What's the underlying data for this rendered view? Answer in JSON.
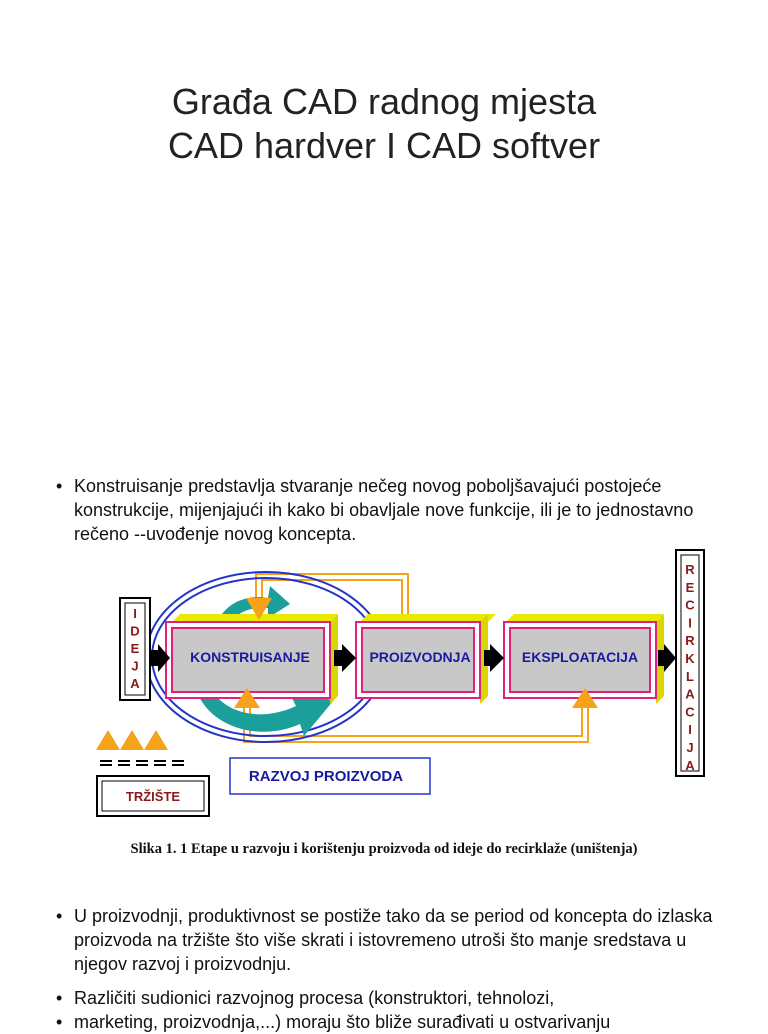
{
  "slide": {
    "title_line1": "Građa CAD radnog mjesta",
    "title_line2": "CAD hardver I CAD softver"
  },
  "bullets": [
    "Konstruisanje predstavlja stvaranje nečeg novog poboljšavajući postojeće konstrukcije, mijenjajući ih kako bi obavljale nove funkcije, ili je to jednostavno rečeno --uvođenje novog koncepta.",
    "U proizvodnji, produktivnost se postiže tako da se period od koncepta do izlaska proizvoda na tržište što više skrati i istovremeno utroši što manje sredstava u njegov razvoj i proizvodnju.",
    "Različiti sudionici razvojnog procesa (konstruktori, tehnolozi,",
    "marketing, proizvodnja,...) moraju što bliže surađivati u ostvarivanju"
  ],
  "bullet_symbol": "•",
  "diagram": {
    "ideja_letters": [
      "I",
      "D",
      "E",
      "J",
      "A"
    ],
    "recirklacija_letters": [
      "R",
      "E",
      "C",
      "I",
      "R",
      "K",
      "L",
      "A",
      "C",
      "I",
      "J",
      "A"
    ],
    "stages": [
      "KONSTRUISANJE",
      "PROIZVODNJA",
      "EKSPLOATACIJA"
    ],
    "razvoj_label": "RAZVOJ PROIZVODA",
    "trziste_label": "TRŽIŠTE",
    "colors": {
      "stage_border": "#e0207a",
      "stage_fill": "#c8c8c8",
      "stage_shadow": "#e8e800",
      "stage_text": "#1a1aa0",
      "arrow_orange": "#f7a21b",
      "arrow_teal": "#1a9f9a",
      "ellipse_blue": "#2233cc",
      "dark_red": "#8b1a1a"
    }
  },
  "caption": "Slika 1. 1 Etape u razvoju i korištenju proizvoda od ideje do recirklaže (uništenja)"
}
